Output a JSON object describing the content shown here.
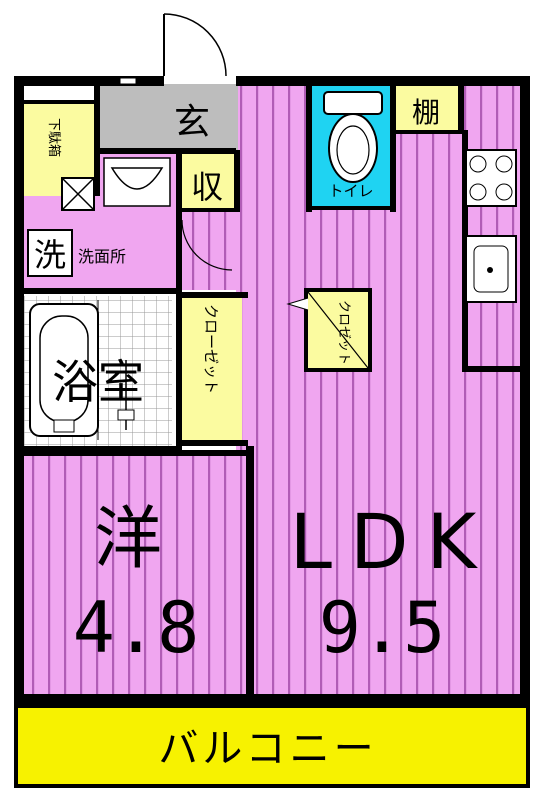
{
  "rooms": {
    "entrance": "玄",
    "shoe_box": "下駄箱",
    "storage": "収",
    "shelf": "棚",
    "toilet": "トイレ",
    "washer": "洗",
    "washroom": "洗面所",
    "bathroom": "浴室",
    "closet_main": "クローゼット",
    "closet_small": "クロゼット",
    "western_room": "洋",
    "western_size": "4.8",
    "ldk": "LDK",
    "ldk_size": "9.5",
    "balcony": "バルコニー"
  },
  "colors": {
    "wall": "#000000",
    "pink": "#f0a6f0",
    "stripe": "#b15cb6",
    "yellow": "#fbfba0",
    "balcony": "#f7f200",
    "gray": "#bdbdbd",
    "cyan": "#1fd3f2",
    "white": "#ffffff"
  }
}
